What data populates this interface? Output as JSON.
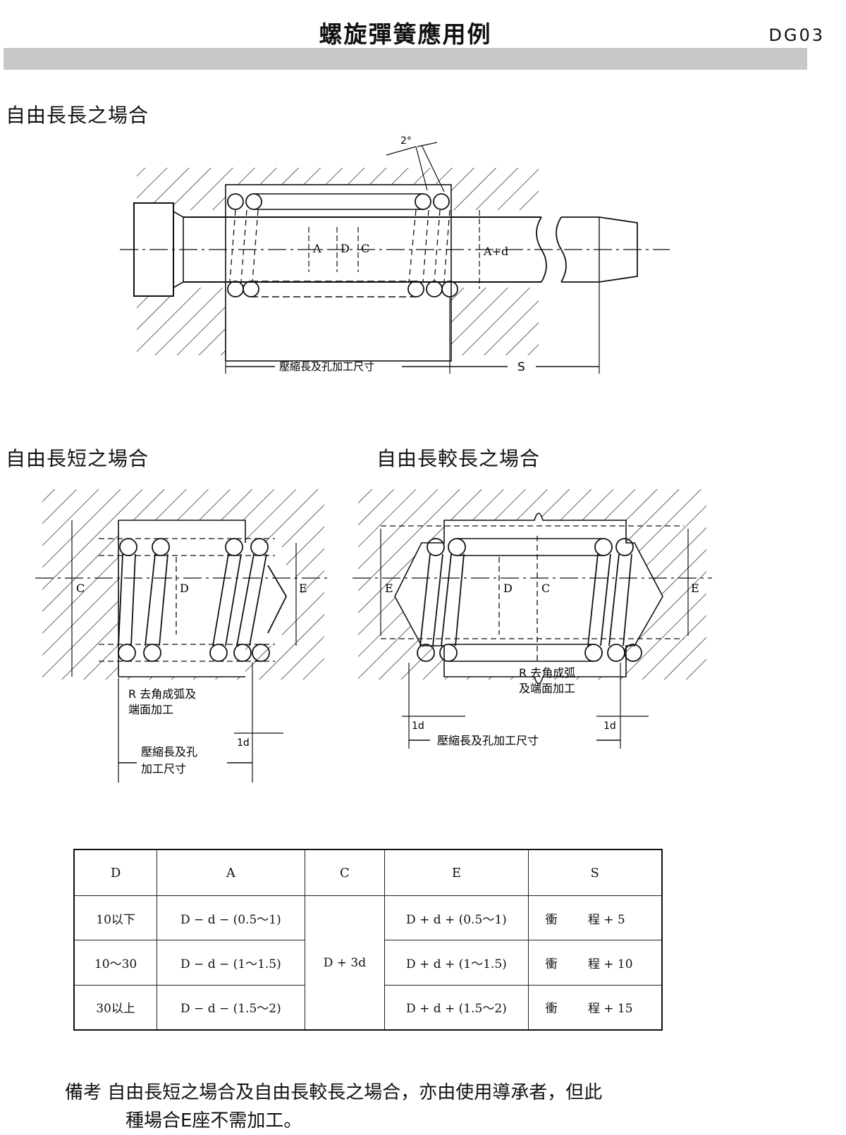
{
  "header": {
    "title": "螺旋彈簧應用例",
    "code": "DG03"
  },
  "sections": {
    "long_free": "自由長長之場合",
    "short_free": "自由長短之場合",
    "longer_free": "自由長較長之場合"
  },
  "diagram_labels": {
    "fig1_compress": "壓縮長及孔加工尺寸",
    "fig1_stroke": "S",
    "fig1_angle": "2°",
    "fig1_a": "A",
    "fig1_d": "D",
    "fig1_c": "C",
    "fig1_ad": "A+d",
    "fig2_c": "C",
    "fig2_d": "D",
    "fig2_e": "E",
    "fig2_r1": "R 去角成弧及",
    "fig2_r2": "端面加工",
    "fig2_dim": "1d",
    "fig2_comp1": "壓縮長及孔",
    "fig2_comp2": "加工尺寸",
    "fig3_e": "E",
    "fig3_d": "D",
    "fig3_c": "C",
    "fig3_r1": "R 去角成弧",
    "fig3_r2": "及端面加工",
    "fig3_dim": "1d",
    "fig3_compress": "壓縮長及孔加工尺寸"
  },
  "table": {
    "headers": [
      "D",
      "A",
      "C",
      "E",
      "S"
    ],
    "rows": [
      {
        "d": "10以下",
        "a": "D − d − (0.5〜1)",
        "e": "D + d + (0.5〜1)",
        "s": "衝        程 + 5"
      },
      {
        "d": "10〜30",
        "a": "D − d − (1〜1.5)",
        "e": "D + d + (1〜1.5)",
        "s": "衝        程 + 10"
      },
      {
        "d": "30以上",
        "a": "D − d − (1.5〜2)",
        "e": "D + d + (1.5〜2)",
        "s": "衝        程 + 15"
      }
    ],
    "c_value": "D + 3d"
  },
  "note": {
    "line1": "備考 自由長短之場合及自由長較長之場合，亦由使用導承者，但此",
    "line2": "種場合E座不需加工。"
  }
}
